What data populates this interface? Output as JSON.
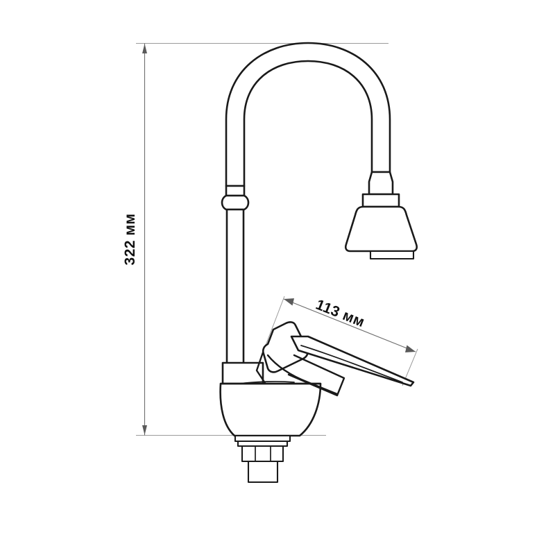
{
  "drawing": {
    "title": "Kitchen faucet technical dimension drawing",
    "background_color": "#ffffff",
    "line_color": "#1a1a1a",
    "dimension_line_color": "#6e6e6e",
    "extension_line_color": "#9a9a9a"
  },
  "dimensions": {
    "height": {
      "label": "322 мм",
      "value": 322,
      "unit": "мм",
      "orientation": "vertical",
      "rotation_deg": -90
    },
    "reach": {
      "label": "113 мм",
      "value": 113,
      "unit": "мм",
      "orientation": "angled",
      "rotation_deg": 22
    }
  },
  "parts": {
    "spout_arc": "gooseneck-spout",
    "spray_head": "pull-down-spray-head",
    "column": "vertical-riser-column",
    "collar": "column-joint-ring",
    "body": "faucet-body-base",
    "handle": "single-lever-handle",
    "mount": "deck-mount-shank"
  }
}
